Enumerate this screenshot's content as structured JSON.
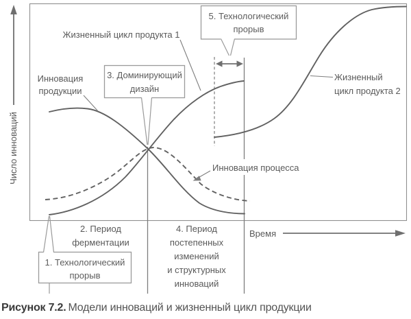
{
  "figure": {
    "caption_label": "Рисунок 7.2.",
    "caption_text": "Модели инноваций и жизненный цикл продукции"
  },
  "axes": {
    "y_axis": "Число инноваций",
    "x_axis": "Время"
  },
  "curves": {
    "lifecycle1_label": "Жизненный цикл продукта 1",
    "lifecycle2_label_line1": "Жизненный",
    "lifecycle2_label_line2": "цикл продукта 2",
    "product_innovation_line1": "Инновация",
    "product_innovation_line2": "продукции",
    "process_innovation_label": "Инновация процесса"
  },
  "stages": {
    "box1_line1": "1. Технологический",
    "box1_line2": "прорыв",
    "stage2_line1": "2. Период",
    "stage2_line2": "ферментации",
    "box3_line1": "3. Доминирующий",
    "box3_line2": "дизайн",
    "stage4_line1": "4. Период",
    "stage4_line2": "постепенных",
    "stage4_line3": "изменений",
    "stage4_line4": "и структурных",
    "stage4_line5": "инноваций",
    "box5_line1": "5. Технологический",
    "box5_line2": "прорыв"
  },
  "colors": {
    "curve": "#616161",
    "line": "#7d7d7d",
    "text": "#595959",
    "box_border": "#9a9a9a",
    "caption_label": "#3a3a3a",
    "caption_text": "#535353"
  }
}
